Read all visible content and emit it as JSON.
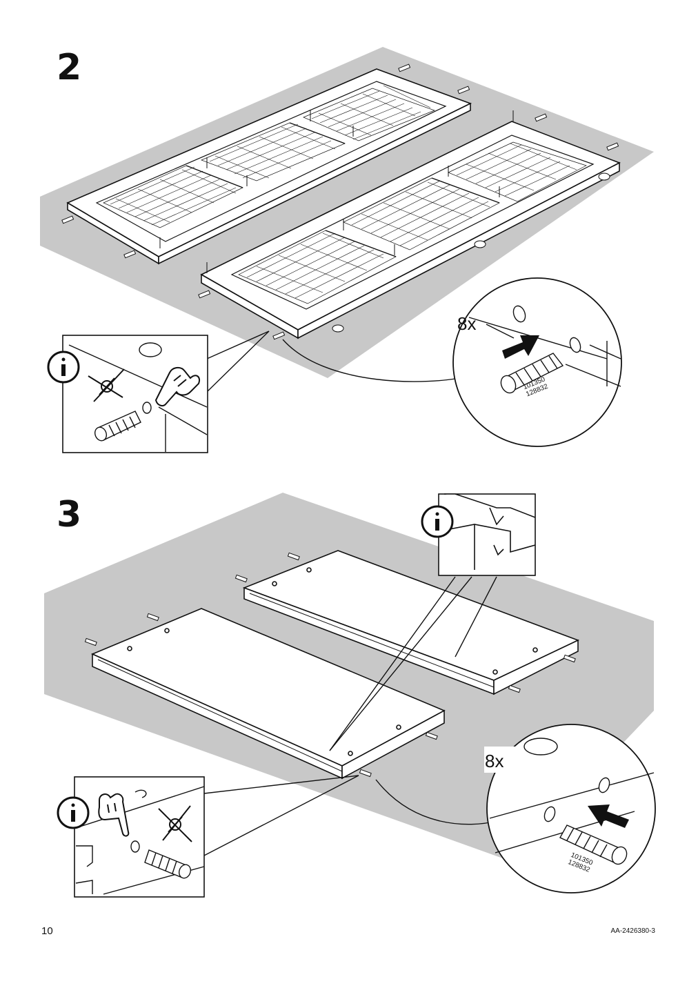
{
  "page": {
    "number": "10",
    "doc_code": "AA-2426380-3"
  },
  "step2": {
    "number": "2",
    "quantity": "8x",
    "part_number": "101350\n128832"
  },
  "step3": {
    "number": "3",
    "quantity": "8x",
    "part_number": "101350\n128832"
  },
  "colors": {
    "floor": "#c8c8c8",
    "line": "#111111",
    "panel": "#ffffff"
  },
  "icons": [
    "info-icon",
    "pointing-hand-icon",
    "push-arrow-icon",
    "dowel-icon",
    "crossed-out-icon"
  ]
}
